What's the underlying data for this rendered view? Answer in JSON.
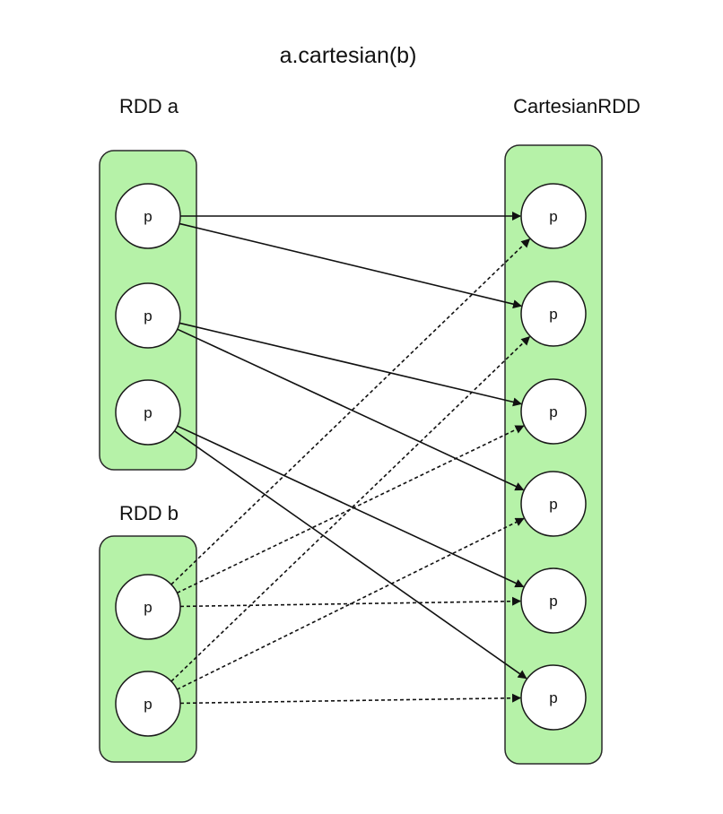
{
  "title": "a.cartesian(b)",
  "colors": {
    "container_fill": "#b6f2a8",
    "container_stroke": "#2a2a2a",
    "node_fill": "#ffffff",
    "node_stroke": "#1a1a1a",
    "edge": "#111111"
  },
  "groups": {
    "rdd_a": {
      "label": "RDD a",
      "partitions": [
        "p",
        "p",
        "p"
      ]
    },
    "rdd_b": {
      "label": "RDD b",
      "partitions": [
        "p",
        "p"
      ]
    },
    "cartesian_rdd": {
      "label": "CartesianRDD",
      "partitions": [
        "p",
        "p",
        "p",
        "p",
        "p",
        "p"
      ]
    }
  },
  "edges": [
    {
      "from": "rdd_a.0",
      "to": "cartesian_rdd.0",
      "style": "solid"
    },
    {
      "from": "rdd_a.0",
      "to": "cartesian_rdd.1",
      "style": "solid"
    },
    {
      "from": "rdd_a.1",
      "to": "cartesian_rdd.2",
      "style": "solid"
    },
    {
      "from": "rdd_a.1",
      "to": "cartesian_rdd.3",
      "style": "solid"
    },
    {
      "from": "rdd_a.2",
      "to": "cartesian_rdd.4",
      "style": "solid"
    },
    {
      "from": "rdd_a.2",
      "to": "cartesian_rdd.5",
      "style": "solid"
    },
    {
      "from": "rdd_b.0",
      "to": "cartesian_rdd.0",
      "style": "dashed"
    },
    {
      "from": "rdd_b.0",
      "to": "cartesian_rdd.2",
      "style": "dashed"
    },
    {
      "from": "rdd_b.0",
      "to": "cartesian_rdd.4",
      "style": "dashed"
    },
    {
      "from": "rdd_b.1",
      "to": "cartesian_rdd.1",
      "style": "dashed"
    },
    {
      "from": "rdd_b.1",
      "to": "cartesian_rdd.3",
      "style": "dashed"
    },
    {
      "from": "rdd_b.1",
      "to": "cartesian_rdd.5",
      "style": "dashed"
    }
  ]
}
